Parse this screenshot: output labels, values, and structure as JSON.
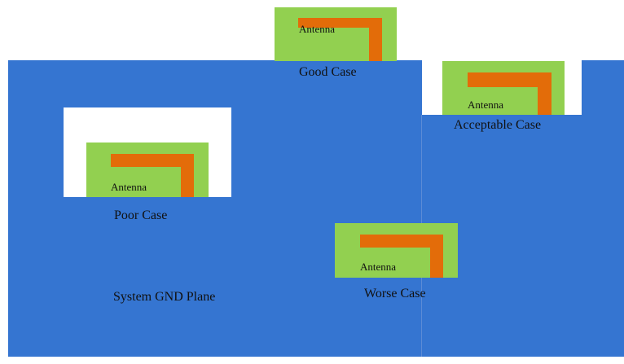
{
  "colors": {
    "gnd_plane": "#3575d1",
    "antenna_pad": "#92d050",
    "antenna_element": "#e36c09",
    "clearance": "#ffffff"
  },
  "gnd_plane_label": "System GND Plane",
  "antenna_label": "Antenna",
  "cases": [
    {
      "id": "good",
      "label": "Good Case"
    },
    {
      "id": "acceptable",
      "label": "Acceptable Case"
    },
    {
      "id": "poor",
      "label": "Poor Case"
    },
    {
      "id": "worse",
      "label": "Worse Case"
    }
  ]
}
